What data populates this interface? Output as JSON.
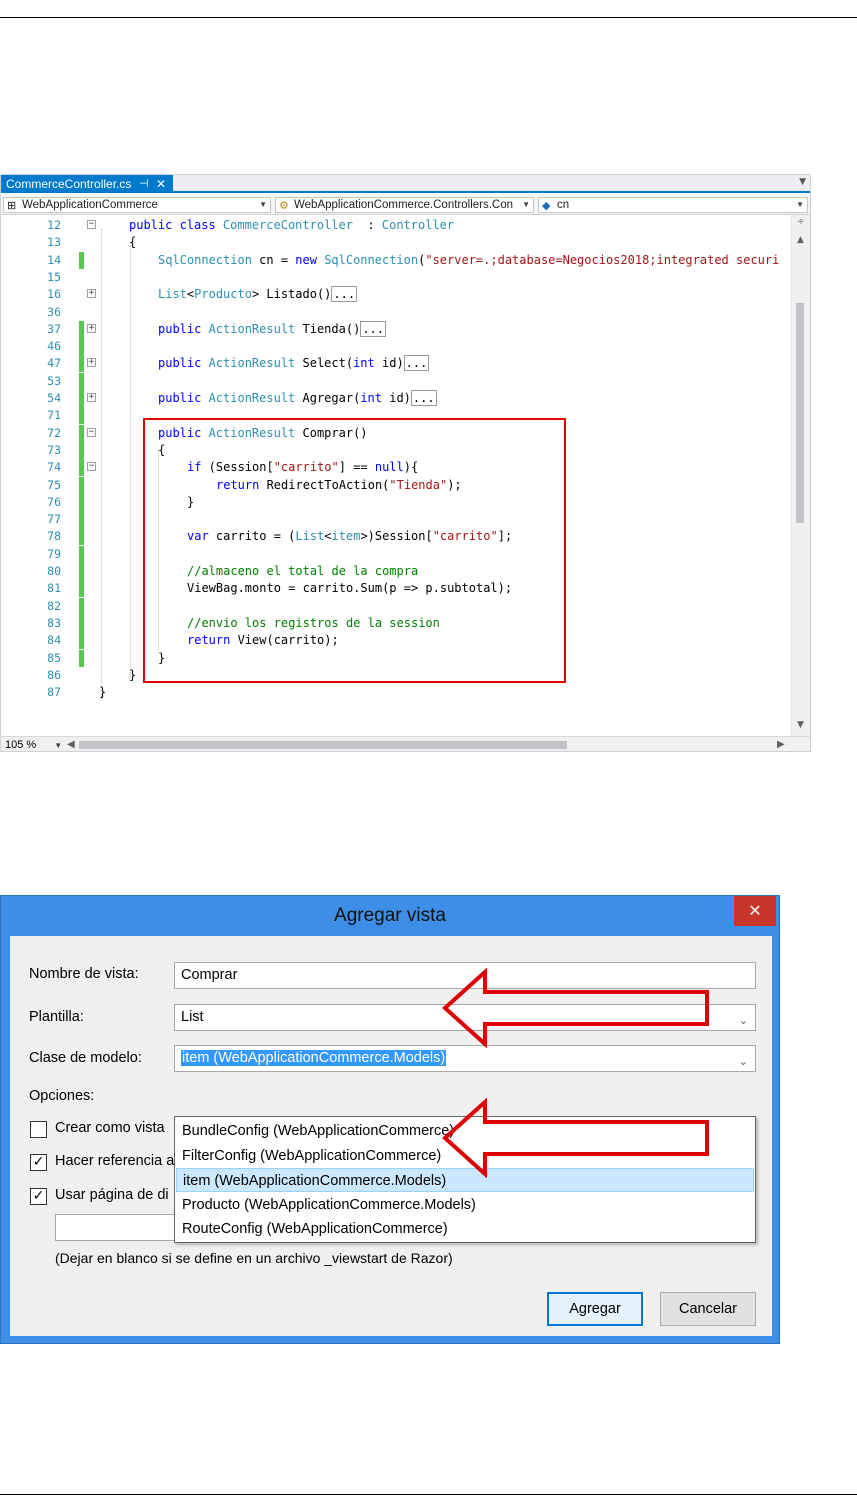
{
  "editor": {
    "tab": {
      "title": "CommerceController.cs",
      "pin_glyph": "⊣",
      "close_glyph": "✕"
    },
    "nav": {
      "project": "WebApplicationCommerce",
      "class": "WebApplicationCommerce.Controllers.Con",
      "member": "cn"
    },
    "zoom": "105 %",
    "lines": [
      {
        "n": "12",
        "indent": 0,
        "fold": "−",
        "chg": "",
        "tokens": [
          [
            "kw",
            "public class "
          ],
          [
            "ty",
            "CommerceController"
          ],
          [
            "",
            "  : "
          ],
          [
            "ty",
            "Controller"
          ]
        ]
      },
      {
        "n": "13",
        "indent": 0,
        "fold": "",
        "chg": "",
        "tokens": [
          [
            "",
            "{"
          ]
        ]
      },
      {
        "n": "14",
        "indent": 1,
        "fold": "",
        "chg": "green",
        "tokens": [
          [
            "ty",
            "SqlConnection"
          ],
          [
            "",
            " cn = "
          ],
          [
            "kw",
            "new "
          ],
          [
            "ty",
            "SqlConnection"
          ],
          [
            "",
            "("
          ],
          [
            "st",
            "\"server=.;database=Negocios2018;integrated securi"
          ]
        ]
      },
      {
        "n": "15",
        "indent": 0,
        "fold": "",
        "chg": "",
        "tokens": []
      },
      {
        "n": "16",
        "indent": 1,
        "fold": "+",
        "chg": "",
        "tokens": [
          [
            "ty",
            "List"
          ],
          [
            "",
            "<"
          ],
          [
            "ty",
            "Producto"
          ],
          [
            "",
            "> Listado()"
          ],
          [
            "col",
            "..."
          ]
        ]
      },
      {
        "n": "36",
        "indent": 0,
        "fold": "",
        "chg": "",
        "tokens": []
      },
      {
        "n": "37",
        "indent": 1,
        "fold": "+",
        "chg": "green",
        "tokens": [
          [
            "kw",
            "public "
          ],
          [
            "ty",
            "ActionResult"
          ],
          [
            "",
            " Tienda()"
          ],
          [
            "col",
            "..."
          ]
        ]
      },
      {
        "n": "46",
        "indent": 0,
        "fold": "",
        "chg": "green",
        "tokens": []
      },
      {
        "n": "47",
        "indent": 1,
        "fold": "+",
        "chg": "green",
        "tokens": [
          [
            "kw",
            "public "
          ],
          [
            "ty",
            "ActionResult"
          ],
          [
            "",
            " Select("
          ],
          [
            "kw",
            "int"
          ],
          [
            "",
            " id)"
          ],
          [
            "col",
            "..."
          ]
        ]
      },
      {
        "n": "53",
        "indent": 0,
        "fold": "",
        "chg": "green",
        "tokens": []
      },
      {
        "n": "54",
        "indent": 1,
        "fold": "+",
        "chg": "green",
        "tokens": [
          [
            "kw",
            "public "
          ],
          [
            "ty",
            "ActionResult"
          ],
          [
            "",
            " Agregar("
          ],
          [
            "kw",
            "int"
          ],
          [
            "",
            " id)"
          ],
          [
            "col",
            "..."
          ]
        ]
      },
      {
        "n": "71",
        "indent": 0,
        "fold": "",
        "chg": "green",
        "tokens": []
      },
      {
        "n": "72",
        "indent": 1,
        "fold": "−",
        "chg": "green",
        "tokens": [
          [
            "kw",
            "public "
          ],
          [
            "ty",
            "ActionResult"
          ],
          [
            "",
            " Comprar()"
          ]
        ]
      },
      {
        "n": "73",
        "indent": 1,
        "fold": "",
        "chg": "green",
        "tokens": [
          [
            "",
            "{"
          ]
        ]
      },
      {
        "n": "74",
        "indent": 2,
        "fold": "−",
        "chg": "green",
        "tokens": [
          [
            "kw",
            "if"
          ],
          [
            "",
            " (Session["
          ],
          [
            "st",
            "\"carrito\""
          ],
          [
            "",
            "] == "
          ],
          [
            "kw",
            "null"
          ],
          [
            "",
            "){"
          ]
        ]
      },
      {
        "n": "75",
        "indent": 3,
        "fold": "",
        "chg": "green",
        "tokens": [
          [
            "kw",
            "return"
          ],
          [
            "",
            " RedirectToAction("
          ],
          [
            "st",
            "\"Tienda\""
          ],
          [
            "",
            ");"
          ]
        ]
      },
      {
        "n": "76",
        "indent": 2,
        "fold": "",
        "chg": "green",
        "tokens": [
          [
            "",
            "}"
          ]
        ]
      },
      {
        "n": "77",
        "indent": 0,
        "fold": "",
        "chg": "green",
        "tokens": []
      },
      {
        "n": "78",
        "indent": 2,
        "fold": "",
        "chg": "green",
        "tokens": [
          [
            "kw",
            "var"
          ],
          [
            "",
            " carrito = ("
          ],
          [
            "ty",
            "List"
          ],
          [
            "",
            "<"
          ],
          [
            "ty",
            "item"
          ],
          [
            "",
            ">)Session["
          ],
          [
            "st",
            "\"carrito\""
          ],
          [
            "",
            "];"
          ]
        ]
      },
      {
        "n": "79",
        "indent": 0,
        "fold": "",
        "chg": "green",
        "tokens": []
      },
      {
        "n": "80",
        "indent": 2,
        "fold": "",
        "chg": "green",
        "tokens": [
          [
            "cm",
            "//almaceno el total de la compra"
          ]
        ]
      },
      {
        "n": "81",
        "indent": 2,
        "fold": "",
        "chg": "green",
        "tokens": [
          [
            "",
            "ViewBag.monto = carrito.Sum(p => p.subtotal);"
          ]
        ]
      },
      {
        "n": "82",
        "indent": 0,
        "fold": "",
        "chg": "green",
        "tokens": []
      },
      {
        "n": "83",
        "indent": 2,
        "fold": "",
        "chg": "green",
        "tokens": [
          [
            "cm",
            "//envio los registros de la session"
          ]
        ]
      },
      {
        "n": "84",
        "indent": 2,
        "fold": "",
        "chg": "green",
        "tokens": [
          [
            "kw",
            "return"
          ],
          [
            "",
            " View(carrito);"
          ]
        ]
      },
      {
        "n": "85",
        "indent": 1,
        "fold": "",
        "chg": "green",
        "tokens": [
          [
            "",
            "}"
          ]
        ]
      },
      {
        "n": "86",
        "indent": 0,
        "fold": "",
        "chg": "",
        "tokens": [
          [
            "",
            "}"
          ]
        ]
      },
      {
        "n": "87",
        "indent": -1,
        "fold": "",
        "chg": "",
        "tokens": [
          [
            "",
            "}"
          ]
        ]
      }
    ]
  },
  "dialog": {
    "title": "Agregar vista",
    "close_glyph": "✕",
    "fields": {
      "view_name_label": "Nombre de vista:",
      "view_name_value": "Comprar",
      "template_label": "Plantilla:",
      "template_value": "List",
      "model_label": "Clase de modelo:",
      "model_value": "item (WebApplicationCommerce.Models)",
      "options_label": "Opciones:"
    },
    "dropdown_options": [
      {
        "label": "BundleConfig (WebApplicationCommerce)",
        "selected": false
      },
      {
        "label": "FilterConfig (WebApplicationCommerce)",
        "selected": false
      },
      {
        "label": "item (WebApplicationCommerce.Models)",
        "selected": true
      },
      {
        "label": "Producto (WebApplicationCommerce.Models)",
        "selected": false
      },
      {
        "label": "RouteConfig (WebApplicationCommerce)",
        "selected": false
      }
    ],
    "checkboxes": [
      {
        "label": "Crear como vista",
        "checked": false
      },
      {
        "label": "Hacer referencia a",
        "checked": true
      },
      {
        "label": "Usar página de di",
        "checked": true
      }
    ],
    "layout_path_value": "",
    "browse_label": "...",
    "hint": "(Dejar en blanco si se define en un archivo _viewstart de Razor)",
    "ok_label": "Agregar",
    "cancel_label": "Cancelar",
    "colors": {
      "title_bar": "#3c8ee6",
      "close_button": "#c7352b",
      "annotation_arrow": "#e00000"
    }
  }
}
